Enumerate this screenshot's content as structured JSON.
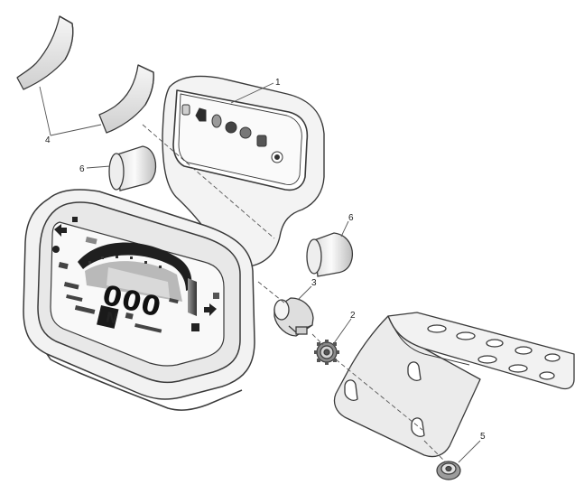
{
  "callouts": {
    "c1": "1",
    "c2": "2",
    "c3": "3",
    "c4": "4",
    "c5": "5",
    "c6a": "6",
    "c6b": "6"
  },
  "display": {
    "speed": "000",
    "gear": "N"
  },
  "colors": {
    "line": "#3a3a3a",
    "part_fill": "#f4f4f4",
    "shade": "#c8c8c8",
    "lcd_dark": "#2a2a2a"
  }
}
